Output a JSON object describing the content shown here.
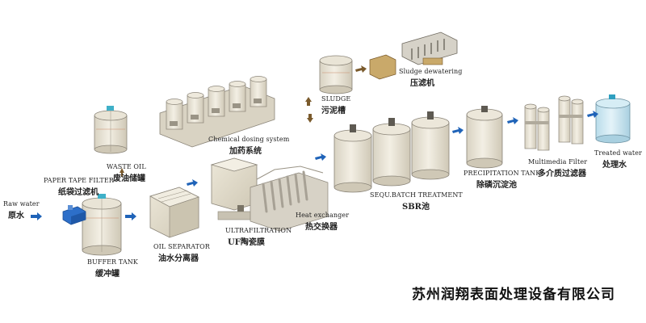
{
  "colors": {
    "tank_fill": "#eee8d8",
    "tank_stroke": "#8a8478",
    "water_fill": "#cfe7f2",
    "arrow_blue": "#1f63b8",
    "arrow_brown": "#7a5a2c",
    "pump_blue": "#2d6fc9",
    "frame_grey": "#b9b9b0"
  },
  "labels": {
    "raw_water_en": "Raw water",
    "raw_water_cn": "原水",
    "paper_tape_en": "PAPER TAPE FILTER",
    "paper_tape_cn": "纸袋过滤机",
    "waste_oil_en": "WASTE OIL",
    "waste_oil_cn": "废油储罐",
    "buffer_en": "BUFFER TANK",
    "buffer_cn": "缓冲罐",
    "oil_sep_en": "OIL SEPARATOR",
    "oil_sep_cn": "油水分离器",
    "chem_en": "Chemical dosing system",
    "chem_cn": "加药系统",
    "uf_en": "ULTRAFILTRATION",
    "uf_cn": "UF陶瓷膜",
    "heat_en": "Heat exchanger",
    "heat_cn": "热交换器",
    "sludge_en": "SLUDGE",
    "sludge_cn": "污泥槽",
    "dewater_en": "Sludge dewatering",
    "dewater_cn": "压滤机",
    "sbr_en": "SEQU.BATCH TREATMENT",
    "sbr_cn": "SBR池",
    "precip_en": "PRECIPITATION TANK",
    "precip_cn": "除磷沉淀池",
    "multi_en": "Multimedia Filter",
    "multi_cn": "多介质过滤器",
    "treated_en": "Treated water",
    "treated_cn": "处理水"
  },
  "company": "苏州润翔表面处理设备有限公司"
}
